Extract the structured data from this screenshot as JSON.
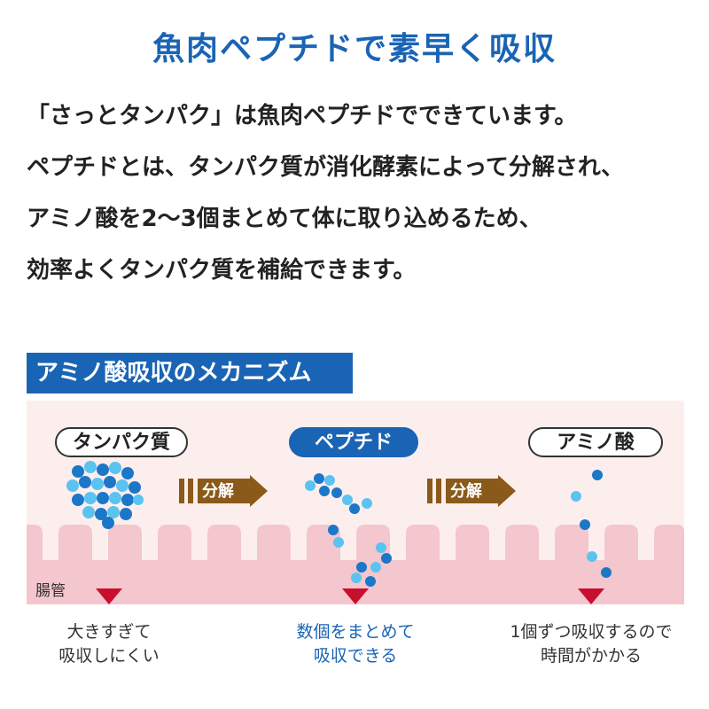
{
  "title": "魚肉ペプチドで素早く吸収",
  "paragraph": [
    "「さっとタンパク」は魚肉ペプチドでできています。",
    "ペプチドとは、タンパク質が消化酵素によって分解され、",
    "アミノ酸を2〜3個まとめて体に取り込めるため、",
    "効率よくタンパク質を補給できます。"
  ],
  "mechanism": {
    "header": "アミノ酸吸収のメカニズム",
    "intestine_label": "腸管",
    "stages": [
      {
        "label": "タンパク質",
        "caption": [
          "大きすぎて",
          "吸収しにくい"
        ]
      },
      {
        "label": "ペプチド",
        "caption": [
          "数個をまとめて",
          "吸収できる"
        ]
      },
      {
        "label": "アミノ酸",
        "caption": [
          "1個ずつ吸収するので",
          "時間がかかる"
        ]
      }
    ],
    "arrows": [
      "分解",
      "分解"
    ]
  },
  "colors": {
    "brand_blue": "#1a64b5",
    "arrow_brown": "#8a5a1a",
    "intestine_pink": "#f4c6cd",
    "background_pink": "#fdeeee",
    "marker_red": "#c8102e",
    "dot_dark": "#1b77c8",
    "dot_light": "#5bc3f0"
  }
}
